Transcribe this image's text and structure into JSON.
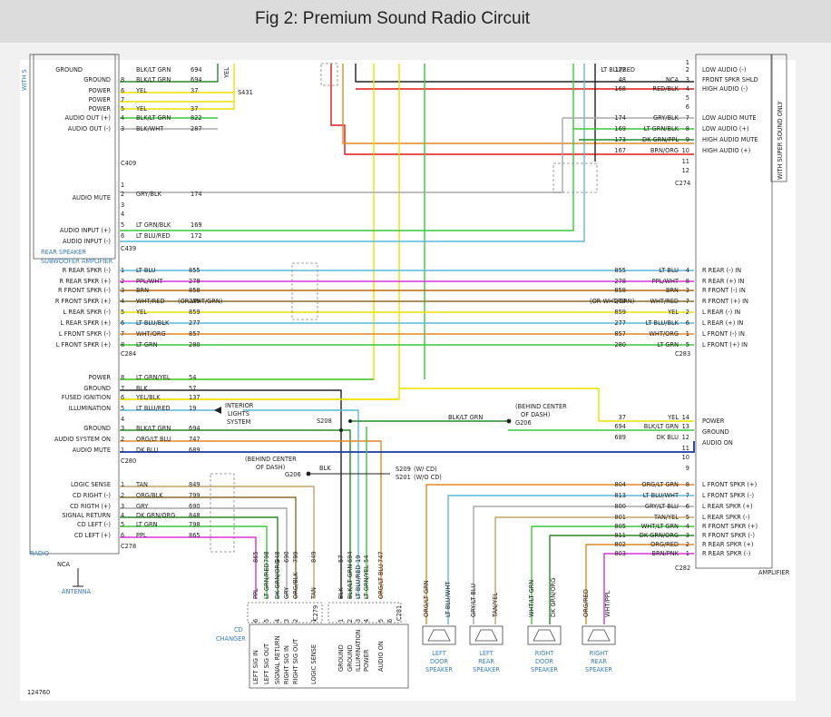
{
  "title": "Fig 2: Premium Sound Radio Circuit",
  "figure_number": "124760",
  "modules": {
    "radio": "RADIO",
    "amplifier": "AMPLIFIER",
    "antenna": "ANTENNA",
    "antenna_conn": "NCA",
    "cd_changer_l1": "CD",
    "cd_changer_l2": "CHANGER",
    "rear_sub_l1": "REAR SPEAKER",
    "rear_sub_l2": "SUBWOOFER AMPLIFIER",
    "with_super_sound_only": "WITH SUPER SOUND ONLY",
    "with_s": "WITH S",
    "interior_l1": "INTERIOR",
    "interior_l2": "LIGHTS",
    "interior_l3": "SYSTEM"
  },
  "connectors": {
    "c409": "C409",
    "c439": "C439",
    "c284": "C284",
    "c280": "C280",
    "c278": "C278",
    "c274": "C274",
    "c283": "C283",
    "c282": "C282",
    "c279": "C279",
    "c281": "C281",
    "s431": "S431",
    "s208": "S208",
    "g206": "G206",
    "g206b": "G206",
    "s209": "S209",
    "s201": "S201",
    "wcd": "(W/ CD)",
    "wocd": "(W/O CD)",
    "blk": "BLK",
    "behind1_l1": "(BEHIND CENTER",
    "behind1_l2": "OF DASH)",
    "behind2_l1": "(BEHIND CENTER",
    "behind2_l2": "OF DASH)",
    "orwht": "(OR WHT/GRN)",
    "orwht2": "(OR WHT/GRN)"
  },
  "c409_rows": [
    {
      "func": "GROUND",
      "pin": "8",
      "color": "BLK/LT GRN",
      "circ": "694"
    },
    {
      "func": "POWER",
      "pin": "6",
      "color": "YEL",
      "circ": "37"
    },
    {
      "func": "POWER",
      "pin": "7",
      "color": "",
      "circ": ""
    },
    {
      "func": "POWER",
      "pin": "5",
      "color": "YEL",
      "circ": "37"
    },
    {
      "func": "AUDIO OUT (+)",
      "pin": "4",
      "color": "BLK/LT GRN",
      "circ": "822"
    },
    {
      "func": "AUDIO OUT (-)",
      "pin": "3",
      "color": "BLK/WHT",
      "circ": "287"
    }
  ],
  "c409_top_func": "GROUND",
  "c409_top_color": "BLK/LT GRN",
  "c409_top_circ": "694",
  "c409_pow_color": "YEL",
  "c409_pow_circ": "37",
  "c439_rows": [
    {
      "func": "AUDIO MUTE",
      "pin": "2",
      "color": "GRY/BLK",
      "circ": "174"
    },
    {
      "func": "AUDIO INPUT (+)",
      "pin": "5",
      "color": "LT GRN/BLK",
      "circ": "169"
    },
    {
      "func": "AUDIO INPUT (-)",
      "pin": "6",
      "color": "LT BLU/RED",
      "circ": "172"
    }
  ],
  "c274_rows": [
    {
      "circ": "48",
      "color": "NCA",
      "pin": "3",
      "func": "FRONT SPKR SHLD"
    },
    {
      "circ": "168",
      "color": "RED/BLK",
      "pin": "4",
      "func": "HIGH AUDIO (-)"
    },
    {
      "circ": "174",
      "color": "GRY/BLK",
      "pin": "7",
      "func": "LOW AUDIO MUTE"
    },
    {
      "circ": "169",
      "color": "LT GRN/BLK",
      "pin": "8",
      "func": "LOW AUDIO (+)"
    },
    {
      "circ": "173",
      "color": "DK GRN/PPL",
      "pin": "9",
      "func": "HIGH AUDIO MUTE"
    },
    {
      "circ": "167",
      "color": "BRN/ORG",
      "pin": "10",
      "func": "HIGH AUDIO (+)"
    }
  ],
  "c274_top_func": "LOW AUDIO (-)",
  "c284_rows": [
    {
      "func": "R REAR SPKR (-)",
      "pin": "1",
      "color": "LT BLU",
      "circ": "855",
      "apin": "4",
      "afunc": "R REAR (-) IN"
    },
    {
      "func": "R REAR SPKR (+)",
      "pin": "2",
      "color": "PPL/WHT",
      "circ": "278",
      "apin": "8",
      "afunc": "R REAR (+) IN"
    },
    {
      "func": "R FRONT SPKR (-)",
      "pin": "3",
      "color": "BRN",
      "circ": "858",
      "apin": "3",
      "afunc": "R FRONT (-) IN"
    },
    {
      "func": "R FRONT SPKR (+)",
      "pin": "4",
      "color": "WHT/RED",
      "circ": "279",
      "apin": "7",
      "afunc": "R FRONT (+) IN"
    },
    {
      "func": "L REAR SPKR (-)",
      "pin": "5",
      "color": "YEL",
      "circ": "859",
      "apin": "2",
      "afunc": "L REAR (-) IN"
    },
    {
      "func": "L REAR SPKR (+)",
      "pin": "6",
      "color": "LT BLU/BLK",
      "circ": "277",
      "apin": "6",
      "afunc": "L REAR (+) IN"
    },
    {
      "func": "L FRONT SPKR (-)",
      "pin": "7",
      "color": "WHT/ORG",
      "circ": "857",
      "apin": "1",
      "afunc": "L FRONT (-) IN"
    },
    {
      "func": "L FRONT SPKR (+)",
      "pin": "8",
      "color": "LT GRN",
      "circ": "280",
      "apin": "5",
      "afunc": "L FRONT (+) IN"
    }
  ],
  "c280_rows": [
    {
      "func": "POWER",
      "pin": "8",
      "color": "LT GRN/YEL",
      "circ": "54"
    },
    {
      "func": "GROUND",
      "pin": "7",
      "color": "BLK",
      "circ": "57"
    },
    {
      "func": "FUSED IGNITION",
      "pin": "6",
      "color": "YEL/BLK",
      "circ": "137"
    },
    {
      "func": "ILLUMINATION",
      "pin": "5",
      "color": "LT BLU/RED",
      "circ": "19"
    },
    {
      "func": "",
      "pin": "4",
      "color": "",
      "circ": ""
    },
    {
      "func": "GROUND",
      "pin": "3",
      "color": "BLK/LT GRN",
      "circ": "694"
    },
    {
      "func": "AUDIO SYSTEM ON",
      "pin": "2",
      "color": "ORG/LT BLU",
      "circ": "747"
    },
    {
      "func": "AUDIO MUTE",
      "pin": "1",
      "color": "DK BLU",
      "circ": "689"
    }
  ],
  "c278_rows": [
    {
      "func": "LOGIC SENSE",
      "pin": "1",
      "color": "TAN",
      "circ": "849"
    },
    {
      "func": "CD RIGHT (-)",
      "pin": "2",
      "color": "ORG/BLK",
      "circ": "799"
    },
    {
      "func": "CD RIGTH (+)",
      "pin": "3",
      "color": "GRY",
      "circ": "690"
    },
    {
      "func": "SIGNAL RETURN",
      "pin": "4",
      "color": "DK GRN/ORG",
      "circ": "848"
    },
    {
      "func": "CD LEFT (-)",
      "pin": "5",
      "color": "LT GRN",
      "circ": "798"
    },
    {
      "func": "CD LEFT (+)",
      "pin": "6",
      "color": "PPL",
      "circ": "865"
    }
  ],
  "c283_top": [
    {
      "circ": "37",
      "color": "YEL",
      "pin": "14",
      "func": "POWER"
    },
    {
      "circ": "694",
      "color": "BLK/LT GRN",
      "pin": "13",
      "func": "GROUND"
    },
    {
      "circ": "689",
      "color": "DK BLU",
      "pin": "12",
      "func": "AUDIO ON"
    }
  ],
  "c283_s208_color": "BLK/LT GRN",
  "c282_rows": [
    {
      "circ": "804",
      "color": "ORG/LT GRN",
      "pin": "8",
      "func": "L FRONT SPKR (+)"
    },
    {
      "circ": "813",
      "color": "LT BLU/WHT",
      "pin": "7",
      "func": "L FRONT SPKR (-)"
    },
    {
      "circ": "800",
      "color": "GRY/LT BLU",
      "pin": "6",
      "func": "L REAR SPKR (+)"
    },
    {
      "circ": "801",
      "color": "TAN/YEL",
      "pin": "5",
      "func": "L REAR SPKR (-)"
    },
    {
      "circ": "805",
      "color": "WHT/LT GRN",
      "pin": "4",
      "func": "R FRONT SPKR (+)"
    },
    {
      "circ": "811",
      "color": "DK GRN/ORG",
      "pin": "3",
      "func": "R FRONT SPKR (-)"
    },
    {
      "circ": "802",
      "color": "ORG/RED",
      "pin": "2",
      "func": "R REAR SPKR (+)"
    },
    {
      "circ": "803",
      "color": "BRN/PNK",
      "pin": "1",
      "func": "R REAR SPKR (-)"
    }
  ],
  "c279_cols": [
    {
      "pin": "6",
      "color": "PPL",
      "circ": "865",
      "func": "LEFT SIG IN"
    },
    {
      "pin": "5",
      "color": "LT GRN/RED",
      "circ": "798",
      "func": "LEFT SIG OUT"
    },
    {
      "pin": "4",
      "color": "DK GRN/ORG",
      "circ": "848",
      "func": "SIGNAL RETURN"
    },
    {
      "pin": "3",
      "color": "GRY",
      "circ": "690",
      "func": "RIGHT SIG IN"
    },
    {
      "pin": "2",
      "color": "ORG/BLK",
      "circ": "799",
      "func": "RIGHT SIG OUT"
    },
    {
      "pin": "1",
      "color": "TAN",
      "circ": "849",
      "func": "LOGIC SENSE"
    }
  ],
  "c281_cols": [
    {
      "pin": "1",
      "color": "BLK",
      "circ": "57",
      "func": "GROUND"
    },
    {
      "pin": "2",
      "color": "BLK/LT GRN",
      "circ": "694",
      "func": "GROUND"
    },
    {
      "pin": "3",
      "color": "LT BLU/RED",
      "circ": "19",
      "func": "ILLUMINATION"
    },
    {
      "pin": "4",
      "color": "LT GRN/YEL",
      "circ": "54",
      "func": "POWER"
    },
    {
      "pin": "5",
      "color": "ORG/LT BLU",
      "circ": "747",
      "func": "AUDIO ON"
    },
    {
      "pin": "6",
      "color": "",
      "circ": "",
      "func": ""
    }
  ],
  "speakers": [
    {
      "wire_a": "ORG/LT GRN",
      "wire_b": "LT BLU/WHT",
      "l1": "LEFT",
      "l2": "DOOR",
      "l3": "SPEAKER"
    },
    {
      "wire_a": "GRY/LT BLU",
      "wire_b": "TAN/YEL",
      "l1": "LEFT",
      "l2": "REAR",
      "l3": "SPEAKER"
    },
    {
      "wire_a": "WHT/LT GRN",
      "wire_b": "DK GRN/ORG",
      "l1": "RIGHT",
      "l2": "DOOR",
      "l3": "SPEAKER"
    },
    {
      "wire_a": "ORG/RED",
      "wire_b": "WHT/PPL",
      "l1": "RIGHT",
      "l2": "REAR",
      "l3": "SPEAKER"
    }
  ],
  "c274_empty_pins": [
    "5",
    "6",
    "11",
    "12"
  ],
  "c283_empty_pins": [
    "11",
    "10",
    "9"
  ],
  "c439_empty_pins": [
    "1",
    "3",
    "4"
  ],
  "c274_pin2": "2",
  "c274_pin1_color": "LT BLU/RED",
  "c274_pin1_circ": "172",
  "c274_pin1": "1",
  "c409_yel_tag": "YEL"
}
